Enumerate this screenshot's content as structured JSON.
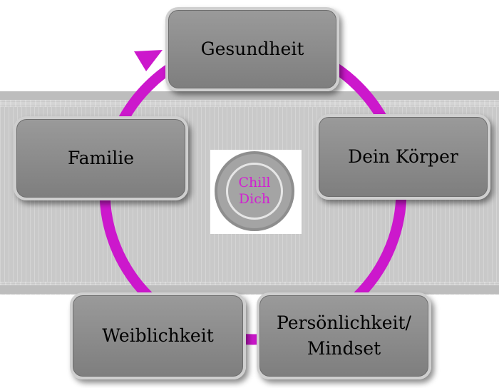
{
  "diagram": {
    "nodes": [
      {
        "id": "gesundheit",
        "label": "Gesundheit"
      },
      {
        "id": "dein-koerper",
        "label": "Dein Körper"
      },
      {
        "id": "persoenlichkeit",
        "line1": "Persönlichkeit/",
        "line2": "Mindset"
      },
      {
        "id": "weiblichkeit",
        "label": "Weiblichkeit"
      },
      {
        "id": "familie",
        "label": "Familie"
      }
    ],
    "center": {
      "line1": "Chill",
      "line2": "Dich"
    },
    "colors": {
      "ring": "#cc18cc",
      "box": "#8a8a8a",
      "center_text": "#d21fd2"
    }
  }
}
